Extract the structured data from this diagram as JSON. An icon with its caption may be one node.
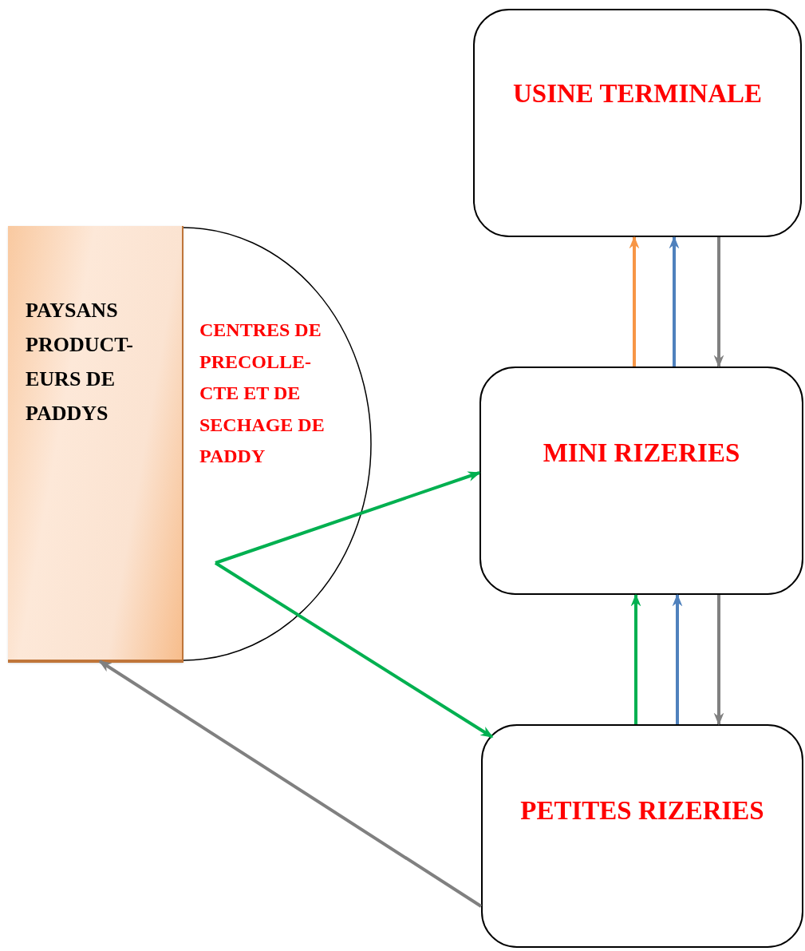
{
  "diagram": {
    "nodes": [
      {
        "text": [
          "PAYSANS PRODUCT- EURS DE PADDYS"
        ]
      },
      {
        "text": [
          "CENTRES DE PRECOLLE- CTE ET DE SECHAGE DE PADDY"
        ]
      },
      {
        "text": [
          "USINE TERMINALE"
        ]
      },
      {
        "text": [
          "MINI RIZERIES"
        ]
      },
      {
        "text": [
          "PETITES RIZERIES"
        ]
      }
    ],
    "edges": [
      {
        "from": 1,
        "to": 3,
        "arrow": "to",
        "color": "#00b050"
      },
      {
        "from": 1,
        "to": 4,
        "arrow": "to",
        "color": "#00b050"
      },
      {
        "from": 3,
        "to": 2,
        "arrow": "to",
        "color": "#f79646"
      },
      {
        "from": 3,
        "to": 2,
        "arrow": "to",
        "color": "#4f81bd"
      },
      {
        "from": 2,
        "to": 3,
        "arrow": "to",
        "color": "#808080"
      },
      {
        "from": 4,
        "to": 3,
        "arrow": "to",
        "color": "#00b050"
      },
      {
        "from": 4,
        "to": 3,
        "arrow": "to",
        "color": "#4f81bd"
      },
      {
        "from": 3,
        "to": 4,
        "arrow": "to",
        "color": "#808080"
      },
      {
        "from": 4,
        "to": 0,
        "arrow": "to",
        "color": "#808080"
      }
    ]
  }
}
